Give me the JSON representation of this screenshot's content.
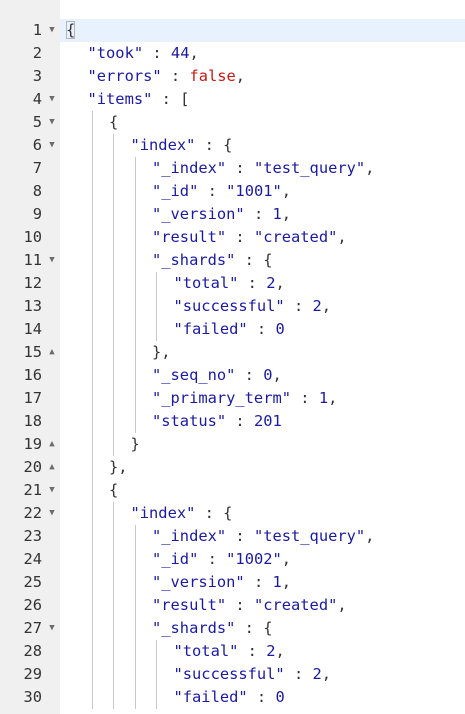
{
  "colors": {
    "gutter_bg": "#f0f0f0",
    "active_line_bg": "#e8f2fe",
    "string": "#1a1aa6",
    "number": "#1a1aa6",
    "boolean": "#c41a16",
    "text": "#333333"
  },
  "editor": {
    "lines": [
      {
        "n": "1",
        "fold": "▼",
        "indent": 0,
        "tokens": [
          [
            "p",
            "{"
          ]
        ]
      },
      {
        "n": "2",
        "fold": "",
        "indent": 1,
        "tokens": [
          [
            "k",
            "\"took\""
          ],
          [
            "p",
            " : "
          ],
          [
            "n",
            "44"
          ],
          [
            "p",
            ","
          ]
        ]
      },
      {
        "n": "3",
        "fold": "",
        "indent": 1,
        "tokens": [
          [
            "k",
            "\"errors\""
          ],
          [
            "p",
            " : "
          ],
          [
            "b",
            "false"
          ],
          [
            "p",
            ","
          ]
        ]
      },
      {
        "n": "4",
        "fold": "▼",
        "indent": 1,
        "tokens": [
          [
            "k",
            "\"items\""
          ],
          [
            "p",
            " : ["
          ]
        ]
      },
      {
        "n": "5",
        "fold": "▼",
        "indent": 2,
        "tokens": [
          [
            "p",
            "{"
          ]
        ]
      },
      {
        "n": "6",
        "fold": "▼",
        "indent": 3,
        "tokens": [
          [
            "k",
            "\"index\""
          ],
          [
            "p",
            " : {"
          ]
        ]
      },
      {
        "n": "7",
        "fold": "",
        "indent": 4,
        "tokens": [
          [
            "k",
            "\"_index\""
          ],
          [
            "p",
            " : "
          ],
          [
            "s",
            "\"test_query\""
          ],
          [
            "p",
            ","
          ]
        ]
      },
      {
        "n": "8",
        "fold": "",
        "indent": 4,
        "tokens": [
          [
            "k",
            "\"_id\""
          ],
          [
            "p",
            " : "
          ],
          [
            "s",
            "\"1001\""
          ],
          [
            "p",
            ","
          ]
        ]
      },
      {
        "n": "9",
        "fold": "",
        "indent": 4,
        "tokens": [
          [
            "k",
            "\"_version\""
          ],
          [
            "p",
            " : "
          ],
          [
            "n",
            "1"
          ],
          [
            "p",
            ","
          ]
        ]
      },
      {
        "n": "10",
        "fold": "",
        "indent": 4,
        "tokens": [
          [
            "k",
            "\"result\""
          ],
          [
            "p",
            " : "
          ],
          [
            "s",
            "\"created\""
          ],
          [
            "p",
            ","
          ]
        ]
      },
      {
        "n": "11",
        "fold": "▼",
        "indent": 4,
        "tokens": [
          [
            "k",
            "\"_shards\""
          ],
          [
            "p",
            " : {"
          ]
        ]
      },
      {
        "n": "12",
        "fold": "",
        "indent": 5,
        "tokens": [
          [
            "k",
            "\"total\""
          ],
          [
            "p",
            " : "
          ],
          [
            "n",
            "2"
          ],
          [
            "p",
            ","
          ]
        ]
      },
      {
        "n": "13",
        "fold": "",
        "indent": 5,
        "tokens": [
          [
            "k",
            "\"successful\""
          ],
          [
            "p",
            " : "
          ],
          [
            "n",
            "2"
          ],
          [
            "p",
            ","
          ]
        ]
      },
      {
        "n": "14",
        "fold": "",
        "indent": 5,
        "tokens": [
          [
            "k",
            "\"failed\""
          ],
          [
            "p",
            " : "
          ],
          [
            "n",
            "0"
          ]
        ]
      },
      {
        "n": "15",
        "fold": "▲",
        "indent": 4,
        "tokens": [
          [
            "p",
            "},"
          ]
        ]
      },
      {
        "n": "16",
        "fold": "",
        "indent": 4,
        "tokens": [
          [
            "k",
            "\"_seq_no\""
          ],
          [
            "p",
            " : "
          ],
          [
            "n",
            "0"
          ],
          [
            "p",
            ","
          ]
        ]
      },
      {
        "n": "17",
        "fold": "",
        "indent": 4,
        "tokens": [
          [
            "k",
            "\"_primary_term\""
          ],
          [
            "p",
            " : "
          ],
          [
            "n",
            "1"
          ],
          [
            "p",
            ","
          ]
        ]
      },
      {
        "n": "18",
        "fold": "",
        "indent": 4,
        "tokens": [
          [
            "k",
            "\"status\""
          ],
          [
            "p",
            " : "
          ],
          [
            "n",
            "201"
          ]
        ]
      },
      {
        "n": "19",
        "fold": "▲",
        "indent": 3,
        "tokens": [
          [
            "p",
            "}"
          ]
        ]
      },
      {
        "n": "20",
        "fold": "▲",
        "indent": 2,
        "tokens": [
          [
            "p",
            "},"
          ]
        ]
      },
      {
        "n": "21",
        "fold": "▼",
        "indent": 2,
        "tokens": [
          [
            "p",
            "{"
          ]
        ]
      },
      {
        "n": "22",
        "fold": "▼",
        "indent": 3,
        "tokens": [
          [
            "k",
            "\"index\""
          ],
          [
            "p",
            " : {"
          ]
        ]
      },
      {
        "n": "23",
        "fold": "",
        "indent": 4,
        "tokens": [
          [
            "k",
            "\"_index\""
          ],
          [
            "p",
            " : "
          ],
          [
            "s",
            "\"test_query\""
          ],
          [
            "p",
            ","
          ]
        ]
      },
      {
        "n": "24",
        "fold": "",
        "indent": 4,
        "tokens": [
          [
            "k",
            "\"_id\""
          ],
          [
            "p",
            " : "
          ],
          [
            "s",
            "\"1002\""
          ],
          [
            "p",
            ","
          ]
        ]
      },
      {
        "n": "25",
        "fold": "",
        "indent": 4,
        "tokens": [
          [
            "k",
            "\"_version\""
          ],
          [
            "p",
            " : "
          ],
          [
            "n",
            "1"
          ],
          [
            "p",
            ","
          ]
        ]
      },
      {
        "n": "26",
        "fold": "",
        "indent": 4,
        "tokens": [
          [
            "k",
            "\"result\""
          ],
          [
            "p",
            " : "
          ],
          [
            "s",
            "\"created\""
          ],
          [
            "p",
            ","
          ]
        ]
      },
      {
        "n": "27",
        "fold": "▼",
        "indent": 4,
        "tokens": [
          [
            "k",
            "\"_shards\""
          ],
          [
            "p",
            " : {"
          ]
        ]
      },
      {
        "n": "28",
        "fold": "",
        "indent": 5,
        "tokens": [
          [
            "k",
            "\"total\""
          ],
          [
            "p",
            " : "
          ],
          [
            "n",
            "2"
          ],
          [
            "p",
            ","
          ]
        ]
      },
      {
        "n": "29",
        "fold": "",
        "indent": 5,
        "tokens": [
          [
            "k",
            "\"successful\""
          ],
          [
            "p",
            " : "
          ],
          [
            "n",
            "2"
          ],
          [
            "p",
            ","
          ]
        ]
      },
      {
        "n": "30",
        "fold": "",
        "indent": 5,
        "tokens": [
          [
            "k",
            "\"failed\""
          ],
          [
            "p",
            " : "
          ],
          [
            "n",
            "0"
          ]
        ]
      }
    ]
  }
}
